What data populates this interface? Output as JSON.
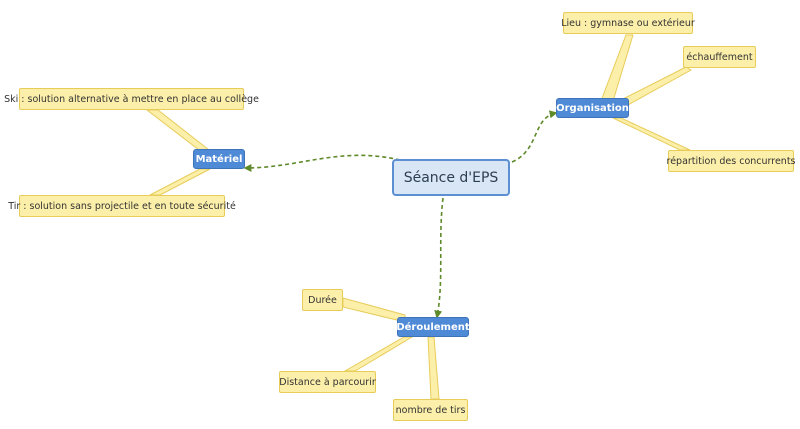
{
  "mindmap": {
    "central": {
      "label": "Séance d'EPS"
    },
    "branches": [
      {
        "key": "organisation",
        "label": "Organisation",
        "leaves": [
          {
            "label": "Lieu : gymnase ou extérieur"
          },
          {
            "label": "échauffement"
          },
          {
            "label": "répartition des concurrents"
          }
        ]
      },
      {
        "key": "materiel",
        "label": "Matériel",
        "leaves": [
          {
            "label": "Ski : solution alternative à mettre en place au collège"
          },
          {
            "label": "Tir : solution sans projectile et en toute sécurité"
          }
        ]
      },
      {
        "key": "deroulement",
        "label": "Déroulement",
        "leaves": [
          {
            "label": "Durée"
          },
          {
            "label": "Distance à parcourir"
          },
          {
            "label": "nombre de tirs"
          }
        ]
      }
    ]
  },
  "colors": {
    "central_fill": "#d8e6f6",
    "central_border": "#5b8fd1",
    "branch_fill": "#4f8ad6",
    "leaf_fill": "#fcefaa",
    "leaf_border": "#e7cc5a",
    "link_dashed": "#5f8a2a"
  }
}
